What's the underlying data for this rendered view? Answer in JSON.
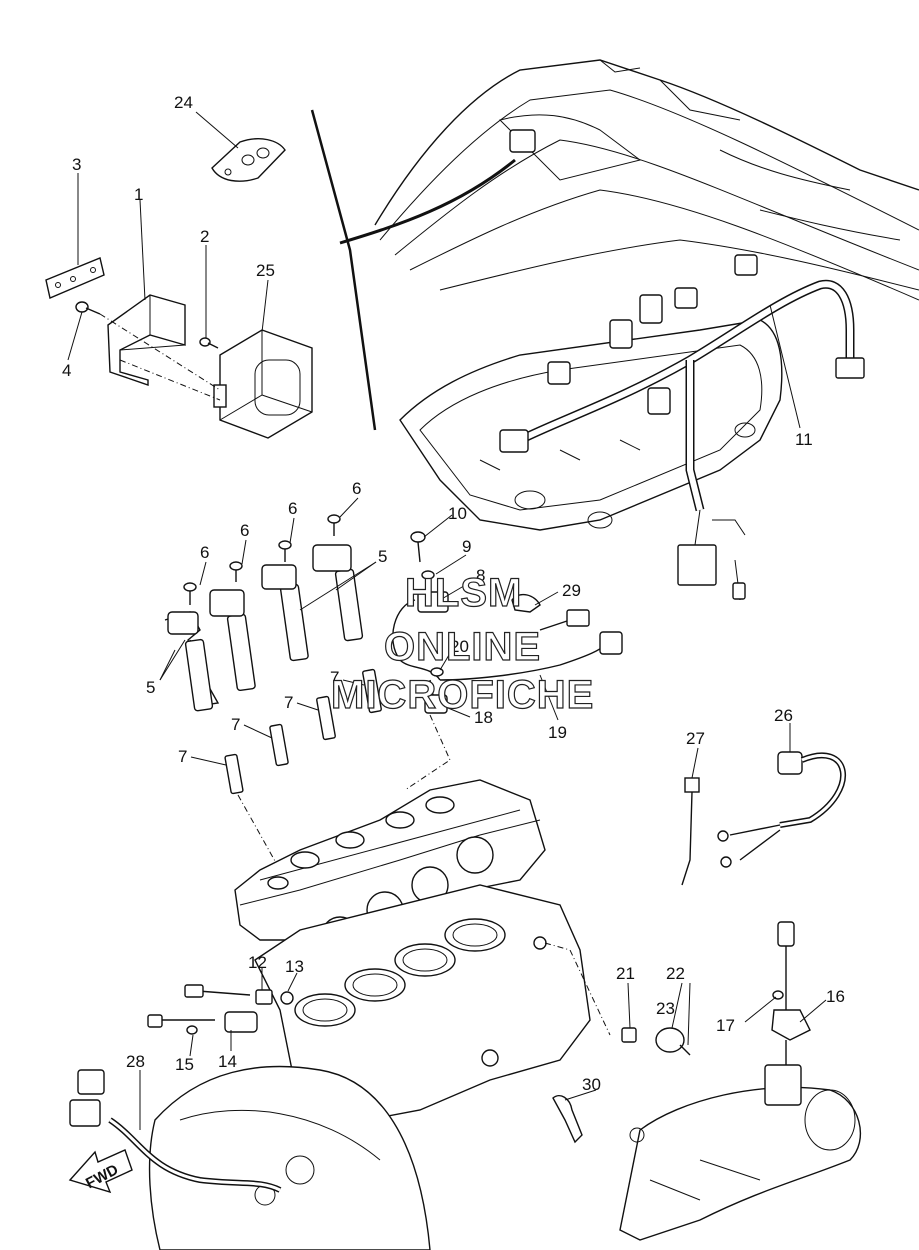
{
  "watermark": {
    "line1": "HLSM",
    "line2": "ONLINE",
    "line3": "MICROFICHE"
  },
  "direction_arrow": {
    "label": "FWD"
  },
  "callouts": {
    "c1": "1",
    "c2": "2",
    "c3": "3",
    "c4": "4",
    "c5a": "5",
    "c5b": "5",
    "c6a": "6",
    "c6b": "6",
    "c6c": "6",
    "c6d": "6",
    "c7a": "7",
    "c7b": "7",
    "c7c": "7",
    "c7d": "7",
    "c8": "8",
    "c9": "9",
    "c10": "10",
    "c11": "11",
    "c12": "12",
    "c13": "13",
    "c14": "14",
    "c15": "15",
    "c16": "16",
    "c17": "17",
    "c18": "18",
    "c19": "19",
    "c20": "20",
    "c21": "21",
    "c22": "22",
    "c23": "23",
    "c24": "24",
    "c25": "25",
    "c26": "26",
    "c27": "27",
    "c28": "28",
    "c29": "29",
    "c30": "30"
  }
}
